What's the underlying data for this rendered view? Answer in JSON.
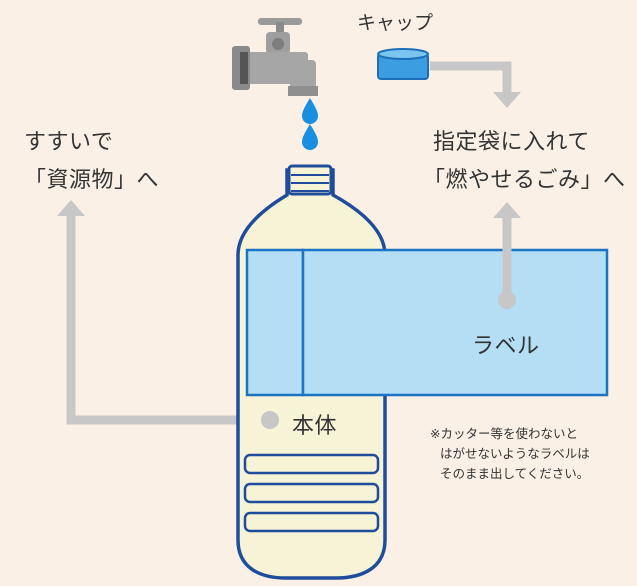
{
  "labels": {
    "cap": "キャップ",
    "left_line1": "すすいで",
    "left_line2": "「資源物」へ",
    "right_line1": "指定袋に入れて",
    "right_line2": "「燃やせるごみ」へ",
    "label_part": "ラベル",
    "body_part": "本体",
    "note_line1": "※カッター等を使わないと",
    "note_line2": "はがせないようなラベルは",
    "note_line3": "そのまま出してください。"
  },
  "colors": {
    "background": "#fbf0e6",
    "bottle_fill": "#f7f3d6",
    "bottle_outline": "#1f4d9c",
    "label_fill": "#b3def3",
    "label_outline": "#1b73c4",
    "arrow": "#c7c7c7",
    "water_drop": "#1a8ee0",
    "cap_fill": "#4aa8e4",
    "faucet": "#9a9a9a"
  },
  "icons": [
    "faucet-icon",
    "water-drop-icon",
    "cap-icon"
  ]
}
